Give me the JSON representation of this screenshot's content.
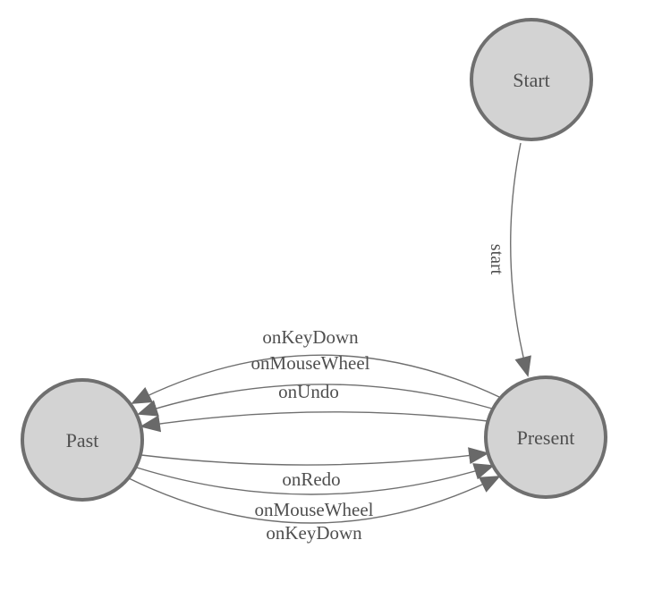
{
  "diagram": {
    "type": "state-machine",
    "nodes": [
      {
        "id": "start",
        "label": "Start"
      },
      {
        "id": "present",
        "label": "Present"
      },
      {
        "id": "past",
        "label": "Past"
      }
    ],
    "edges": [
      {
        "from": "start",
        "to": "present",
        "label": "start"
      },
      {
        "from": "present",
        "to": "past",
        "label": "onKeyDown"
      },
      {
        "from": "present",
        "to": "past",
        "label": "onMouseWheel"
      },
      {
        "from": "present",
        "to": "past",
        "label": "onUndo"
      },
      {
        "from": "past",
        "to": "present",
        "label": "onRedo"
      },
      {
        "from": "past",
        "to": "present",
        "label": "onMouseWheel"
      },
      {
        "from": "past",
        "to": "present",
        "label": "onKeyDown"
      }
    ],
    "colors": {
      "background": "#ffffff",
      "node_fill": "#d3d3d3",
      "node_border": "#6f6f6f",
      "edge_line": "#6f6f6f",
      "arrowhead": "#696969",
      "label_text": "#4f4f4f"
    }
  }
}
